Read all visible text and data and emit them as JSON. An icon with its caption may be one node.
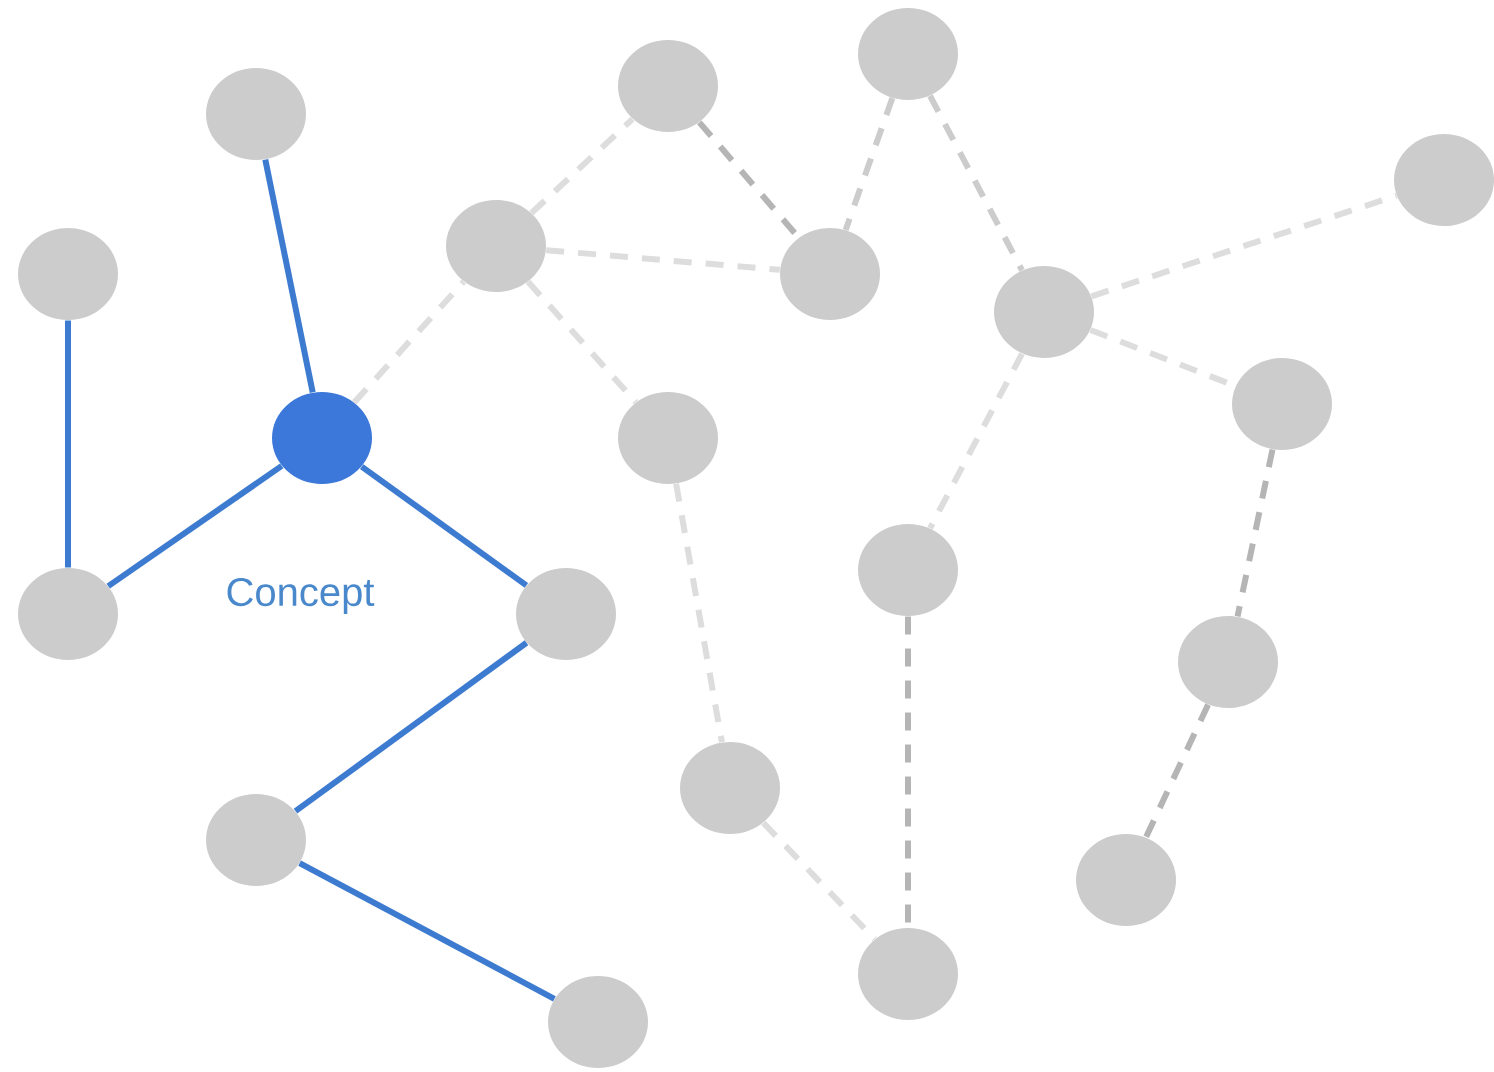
{
  "diagram": {
    "nodes": [
      {
        "text": [],
        "shape": "circle"
      },
      {
        "text": [],
        "shape": "circle"
      },
      {
        "text": [],
        "shape": "circle",
        "beside": [
          "Concept"
        ]
      },
      {
        "text": [],
        "shape": "circle"
      },
      {
        "text": [],
        "shape": "circle"
      },
      {
        "text": [],
        "shape": "circle"
      },
      {
        "text": [],
        "shape": "circle"
      },
      {
        "text": [],
        "shape": "circle"
      },
      {
        "text": [],
        "shape": "circle"
      },
      {
        "text": [],
        "shape": "circle"
      },
      {
        "text": [],
        "shape": "circle"
      },
      {
        "text": [],
        "shape": "circle"
      },
      {
        "text": [],
        "shape": "circle"
      },
      {
        "text": [],
        "shape": "circle"
      },
      {
        "text": [],
        "shape": "circle"
      },
      {
        "text": [],
        "shape": "circle"
      },
      {
        "text": [],
        "shape": "circle"
      },
      {
        "text": [],
        "shape": "circle"
      },
      {
        "text": [],
        "shape": "circle"
      },
      {
        "text": [],
        "shape": "circle"
      }
    ],
    "edges": [
      {
        "from": 0,
        "to": 2,
        "arrow": "none",
        "color": "#3d7bd0"
      },
      {
        "from": 1,
        "to": 3,
        "arrow": "none",
        "color": "#3d7bd0"
      },
      {
        "from": 2,
        "to": 3,
        "arrow": "none",
        "color": "#3d7bd0"
      },
      {
        "from": 2,
        "to": 4,
        "arrow": "none",
        "color": "#3d7bd0"
      },
      {
        "from": 4,
        "to": 5,
        "arrow": "none",
        "color": "#3d7bd0"
      },
      {
        "from": 5,
        "to": 6,
        "arrow": "none",
        "color": "#3d7bd0"
      },
      {
        "from": 2,
        "to": 7,
        "arrow": "none",
        "style": "dashed"
      },
      {
        "from": 7,
        "to": 8,
        "arrow": "none",
        "style": "dashed"
      },
      {
        "from": 7,
        "to": 10,
        "arrow": "none",
        "style": "dashed"
      },
      {
        "from": 7,
        "to": 14,
        "arrow": "none",
        "style": "dashed"
      },
      {
        "from": 8,
        "to": 10,
        "arrow": "none",
        "style": "dashed",
        "color": "#b5b5b5"
      },
      {
        "from": 9,
        "to": 10,
        "arrow": "none",
        "style": "dashed",
        "color": "#cccccc"
      },
      {
        "from": 9,
        "to": 11,
        "arrow": "none",
        "style": "dashed",
        "color": "#cccccc"
      },
      {
        "from": 11,
        "to": 12,
        "arrow": "none",
        "style": "dashed"
      },
      {
        "from": 11,
        "to": 13,
        "arrow": "none",
        "style": "dashed"
      },
      {
        "from": 11,
        "to": 15,
        "arrow": "none",
        "style": "dashed"
      },
      {
        "from": 14,
        "to": 17,
        "arrow": "none",
        "style": "dashed"
      },
      {
        "from": 17,
        "to": 18,
        "arrow": "none",
        "style": "dashed"
      },
      {
        "from": 15,
        "to": 18,
        "arrow": "none",
        "style": "dashed",
        "color": "#b5b5b5"
      },
      {
        "from": 13,
        "to": 16,
        "arrow": "none",
        "style": "dashed",
        "color": "#b5b5b5"
      },
      {
        "from": 16,
        "to": 19,
        "arrow": "none",
        "style": "dashed",
        "color": "#b5b5b5"
      }
    ]
  }
}
